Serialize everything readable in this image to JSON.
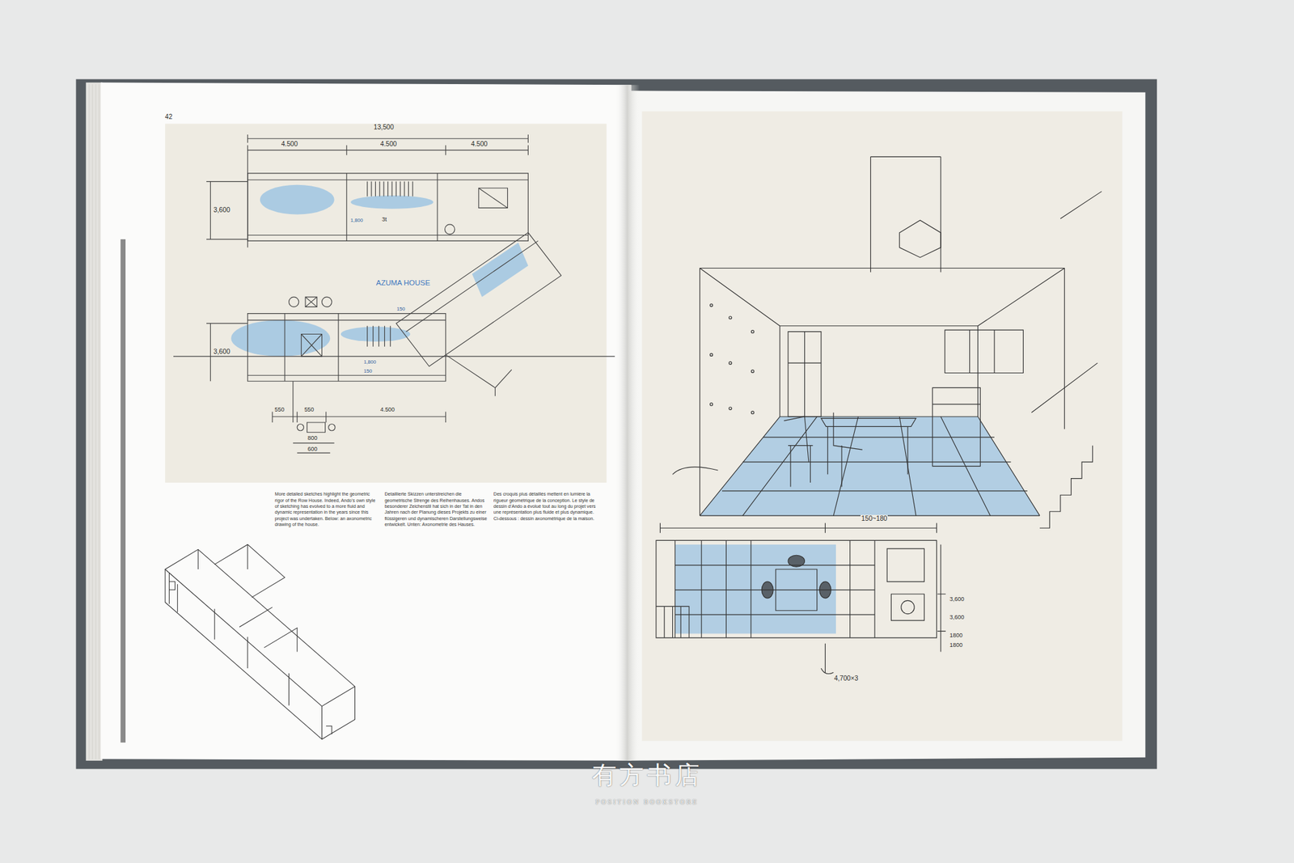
{
  "diagram": {
    "labels": [
      "42",
      "13,500",
      "4.500",
      "4.500",
      "4.500",
      "3,600",
      "1,800",
      "3t",
      "AZUMA HOUSE",
      "3,600",
      "150",
      "1,800",
      "150",
      "550",
      "550",
      "4.500",
      "800",
      "600",
      "More detailed sketches highlight the geometric rigor of the Row House. Indeed, Ando's own style of sketching has evolved to a more fluid and dynamic representation in the years since this project was undertaken. Below: an axonometric drawing of the house.",
      "Detaillierte Skizzen unterstreichen die geometrische Strenge des Reihenhauses. Andos besonderer Zeichenstil hat sich in der Tat in den Jahren nach der Planung dieses Projekts zu einer flüssigeren und dynamischeren Darstellungsweise entwickelt. Unten: Axonometrie des Hauses.",
      "Des croquis plus détaillés mettent en lumière la rigueur géométrique de la conception. Le style de dessin d'Ando a évolué tout au long du projet vers une représentation plus fluide et plus dynamique. Ci-dessous : dessin axonométrique de la maison.",
      "150~180",
      "3,600",
      "3,600",
      "1800",
      "1800",
      "4,700×3",
      "有方书店",
      "POSITION BOOKSTORE"
    ]
  }
}
